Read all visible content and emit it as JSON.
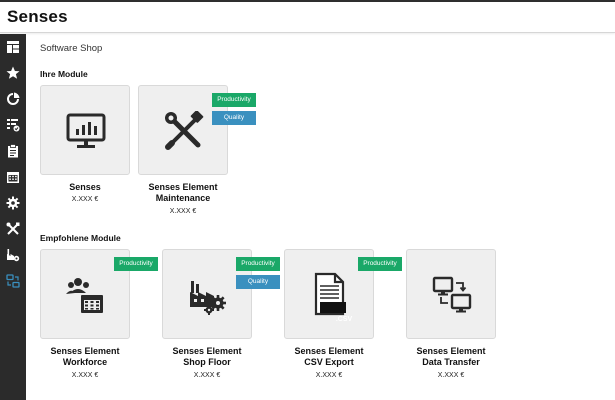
{
  "app": {
    "title": "Senses"
  },
  "sidebar": {
    "items": [
      {
        "icon": "dashboard-icon"
      },
      {
        "icon": "star-icon"
      },
      {
        "icon": "pie-chart-icon"
      },
      {
        "icon": "checklist-icon"
      },
      {
        "icon": "clipboard-icon"
      },
      {
        "icon": "calendar-icon"
      },
      {
        "icon": "gear-icon"
      },
      {
        "icon": "tools-icon"
      },
      {
        "icon": "factory-icon"
      },
      {
        "icon": "shop-icon",
        "active": true
      }
    ],
    "active_color": "#3a90bf"
  },
  "breadcrumb": "Software Shop",
  "own_modules": {
    "title": "Ihre Module",
    "items": [
      {
        "name_line1": "Senses",
        "name_line2": "",
        "price": "X.XXX €",
        "icon": "monitor-chart-icon",
        "tags": []
      },
      {
        "name_line1": "Senses Element",
        "name_line2": "Maintenance",
        "price": "X.XXX €",
        "icon": "wrench-screwdriver-icon",
        "tags": [
          "Productivity",
          "Quality"
        ]
      }
    ]
  },
  "recommended_modules": {
    "title": "Empfohlene Module",
    "items": [
      {
        "name_line1": "Senses Element",
        "name_line2": "Workforce",
        "price": "X.XXX €",
        "icon": "people-calendar-icon",
        "tags": [
          "Productivity"
        ]
      },
      {
        "name_line1": "Senses Element",
        "name_line2": "Shop Floor",
        "price": "X.XXX €",
        "icon": "factory-gears-icon",
        "tags": [
          "Productivity",
          "Quality"
        ]
      },
      {
        "name_line1": "Senses Element",
        "name_line2": "CSV Export",
        "price": "X.XXX €",
        "icon": "csv-file-icon",
        "tags": [
          "Productivity"
        ],
        "file_label": ".CSV"
      },
      {
        "name_line1": "Senses Element",
        "name_line2": "Data Transfer",
        "price": "X.XXX €",
        "icon": "monitor-transfer-icon",
        "tags": []
      }
    ]
  },
  "colors": {
    "productivity": "#1aa868",
    "quality": "#3a90bf",
    "sidebar": "#2b2b2b"
  }
}
